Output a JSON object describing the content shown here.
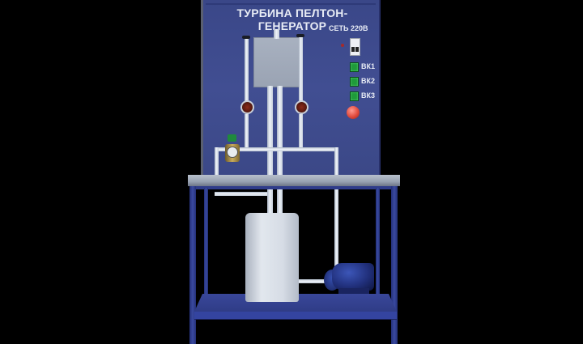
{
  "scene": {
    "background_color": "#000000",
    "panel_color": "#3d4a8c"
  },
  "panel": {
    "title": "ТУРБИНА ПЕЛТОН-ГЕНЕРАТОР",
    "network_label": "СЕТЬ 220В",
    "switches": [
      {
        "label": "ВК1",
        "color": "#1f9a3a"
      },
      {
        "label": "ВК2",
        "color": "#1f9a3a"
      },
      {
        "label": "ВК3",
        "color": "#1f9a3a"
      }
    ],
    "stop_button_color": "#e04a3c"
  }
}
